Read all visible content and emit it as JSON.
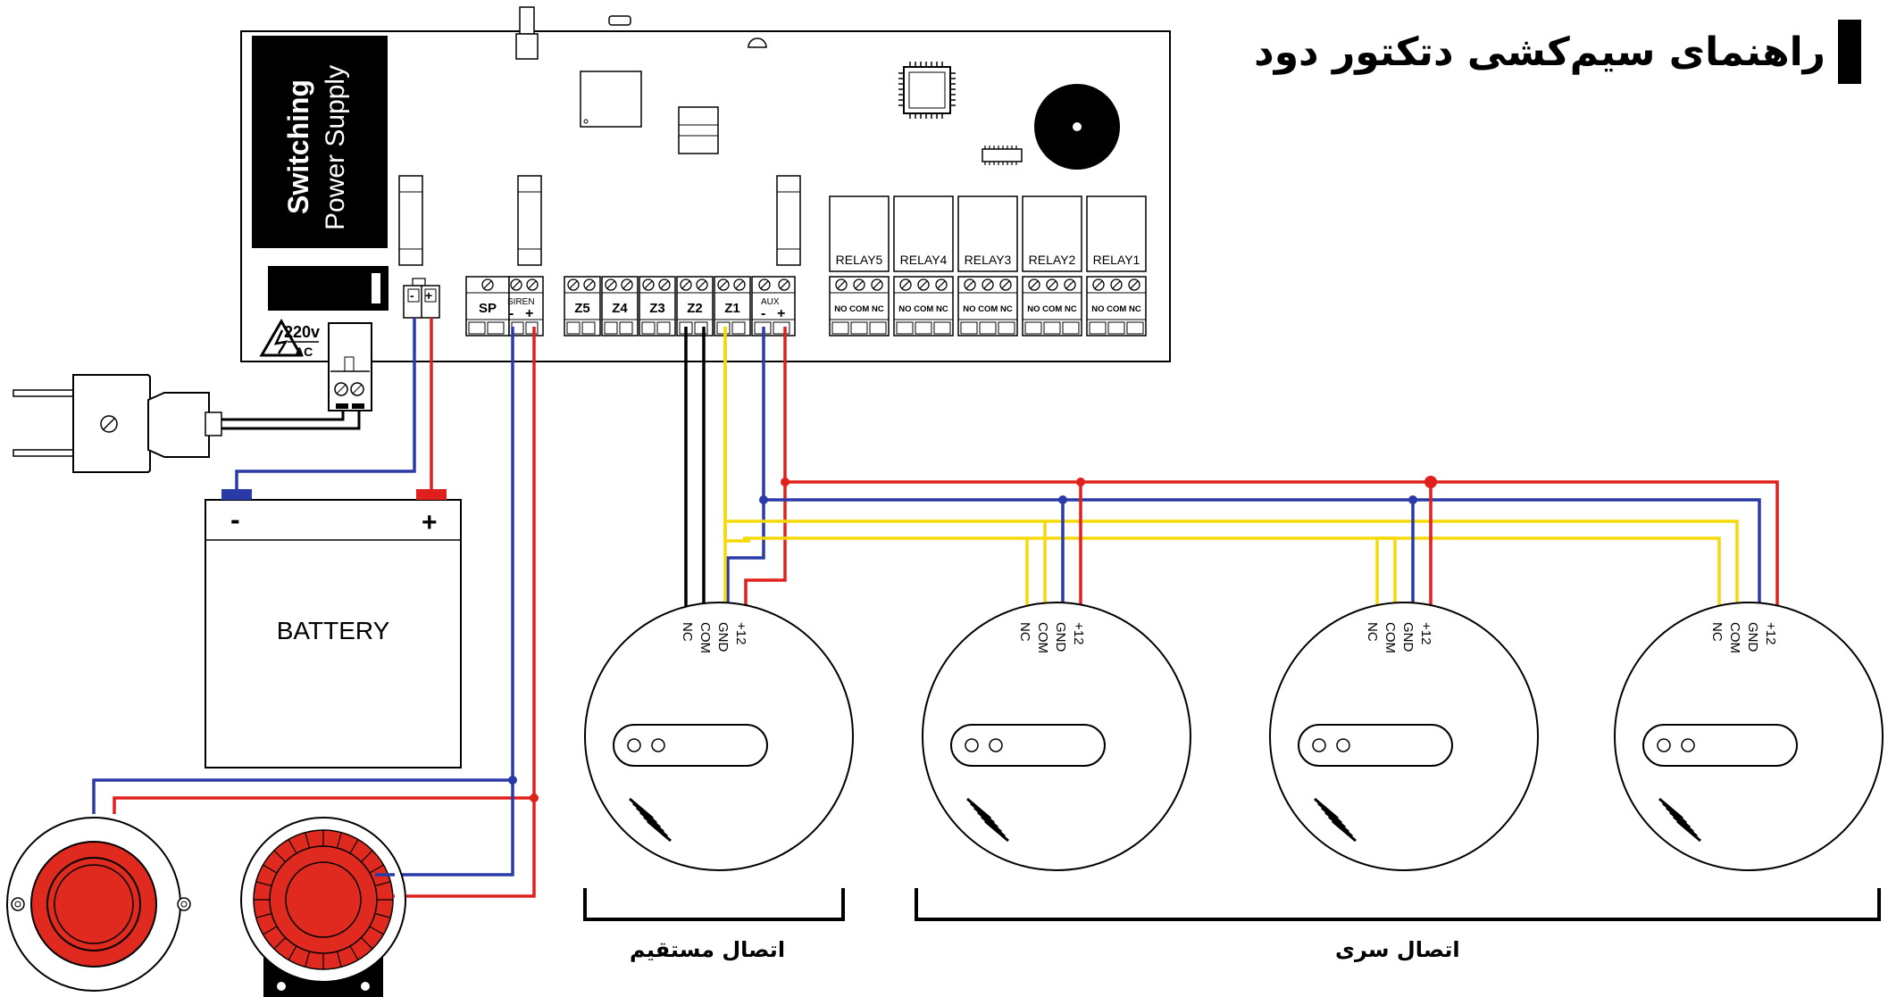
{
  "title": "راهنمای سیم‌کشی دتکتور دود",
  "psu": {
    "line1": "Switching",
    "line2": "Power Supply"
  },
  "mains": {
    "voltage": "220v",
    "type": "AC"
  },
  "battery": {
    "label": "BATTERY",
    "neg": "-",
    "pos": "+"
  },
  "dc_terminal": {
    "neg": "-",
    "pos": "+"
  },
  "siren_terminal": {
    "label": "SIREN",
    "neg": "-",
    "pos": "+"
  },
  "aux_terminal": {
    "label": "AUX",
    "neg": "-",
    "pos": "+"
  },
  "terminals": [
    "SP",
    "Z5",
    "Z4",
    "Z3",
    "Z2",
    "Z1"
  ],
  "relays": [
    "RELAY5",
    "RELAY4",
    "RELAY3",
    "RELAY2",
    "RELAY1"
  ],
  "relay_contacts": [
    "NO",
    "COM",
    "NC"
  ],
  "detector_pins": [
    "NC",
    "COM",
    "GND",
    "+12"
  ],
  "captions": {
    "direct": "اتصال مستقیم",
    "series": "اتصال سری"
  },
  "colors": {
    "red": "#e0201c",
    "blue": "#2a3aa6",
    "yellow": "#f5d90a",
    "black": "#000000",
    "siren_red": "#e02a1f"
  }
}
